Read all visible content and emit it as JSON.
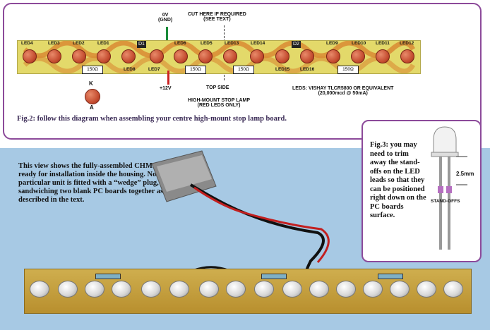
{
  "fig2": {
    "ground_label": "0V\n(GND)",
    "cut_label": "CUT HERE IF REQUIRED\n(SEE TEXT)",
    "plus12_label": "+12V",
    "top_side_label": "TOP SIDE",
    "lamp_label": "HIGH-MOUNT STOP LAMP\n(RED LEDS ONLY)",
    "leds_spec": "LEDS: VISHAY TLCR5800 OR EQUIVALENT\n(20,000mcd @ 50mA)",
    "k_label": "K",
    "a_label": "A",
    "d1": "D1",
    "d2": "D2",
    "res_label": "150Ω",
    "top_leds": [
      "LED4",
      "LED3",
      "LED2",
      "LED1",
      "LED6",
      "LED5",
      "LED13",
      "LED14",
      "LED9",
      "LED10",
      "LED11",
      "LED12"
    ],
    "bottom_leds": [
      "LED8",
      "LED7",
      "LED15",
      "LED16"
    ],
    "caption": "Fig.2: follow this diagram when assembling your centre high-mount stop lamp board."
  },
  "fig3": {
    "text": "Fig.3: you may need to trim away the stand-offs on the LED leads so that they can be positioned right down on the PC boards surface.",
    "dimension": "2.5mm",
    "standoffs": "STAND-OFFS"
  },
  "photo": {
    "text": "This view shows the fully-assembled CHMSL board, ready for installation inside the housing. Note that this particular unit is fitted with a “wedge” plug, made by sandwiching two blank PC boards together as described in the text."
  },
  "colors": {
    "frame": "#8c4a9a",
    "board": "#e3d96a",
    "led_red": "#c34a2e",
    "background_blue": "#a7c9e4"
  }
}
